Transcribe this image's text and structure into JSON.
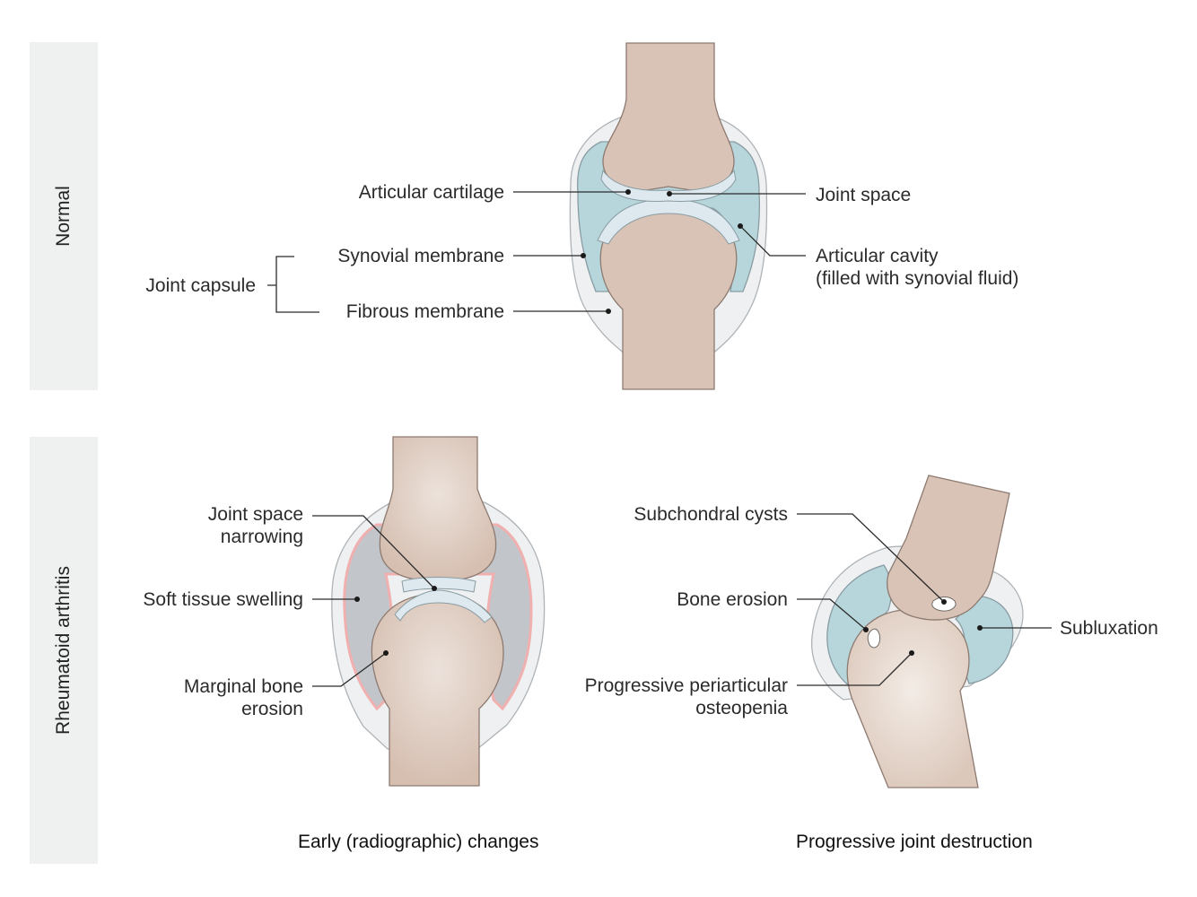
{
  "sections": {
    "normal": "Normal",
    "ra": "Rheumatoid arthritis"
  },
  "normal_labels": {
    "articular_cartilage": "Articular cartilage",
    "joint_space": "Joint space",
    "synovial_membrane": "Synovial membrane",
    "articular_cavity": "Articular cavity",
    "articular_cavity_note": "(filled with synovial fluid)",
    "joint_capsule": "Joint capsule",
    "fibrous_membrane": "Fibrous membrane"
  },
  "early_labels": {
    "jsn_line1": "Joint space",
    "jsn_line2": "narrowing",
    "soft_tissue": "Soft tissue swelling",
    "mbe_line1": "Marginal bone",
    "mbe_line2": "erosion"
  },
  "progressive_labels": {
    "cysts": "Subchondral cysts",
    "bone_erosion": "Bone erosion",
    "subluxation": "Subluxation",
    "ppo_line1": "Progressive periarticular",
    "ppo_line2": "osteopenia"
  },
  "captions": {
    "early": "Early (radiographic) changes",
    "progressive": "Progressive joint destruction"
  },
  "colors": {
    "bone": "#d9c3b6",
    "cartilage": "#dde9ee",
    "synovial_fluid": "#b6d6dc",
    "capsule": "#eef0f1",
    "swelling": "#c2c5c9",
    "inflammation": "#f0b0b0"
  }
}
